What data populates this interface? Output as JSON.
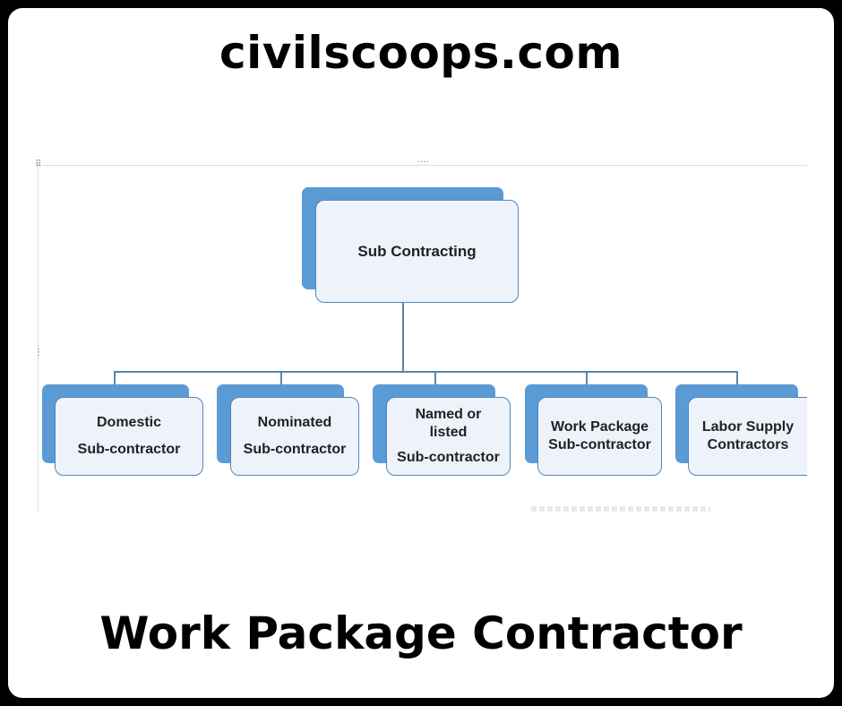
{
  "site_title": "civilscoops.com",
  "bottom_title": "Work Package Contractor",
  "diagram": {
    "root": {
      "label": "Sub Contracting"
    },
    "children": [
      {
        "lines": [
          "Domestic",
          "Sub-contractor"
        ]
      },
      {
        "lines": [
          "Nominated",
          "Sub-contractor"
        ]
      },
      {
        "lines": [
          "Named or",
          "listed",
          "Sub-contractor"
        ]
      },
      {
        "lines": [
          "Work Package",
          "Sub-contractor"
        ]
      },
      {
        "lines": [
          "Labor Supply",
          "Contractors"
        ]
      }
    ],
    "colors": {
      "accent": "#5b9bd5",
      "box_fill": "#eef2fa",
      "border": "#4f86bd",
      "connector": "#5a86a8"
    }
  }
}
